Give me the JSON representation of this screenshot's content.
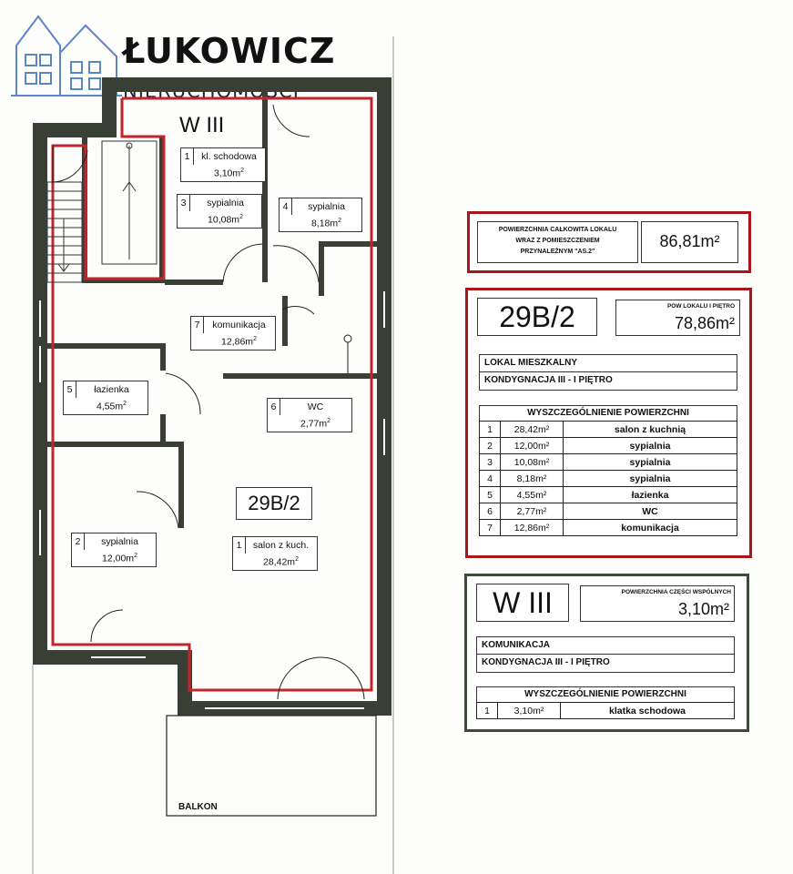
{
  "logo": {
    "title": "ŁUKOWICZ",
    "subtitle": "NIERUCHOMOŚCI"
  },
  "plan": {
    "stair_block_label": "W III",
    "unit_label": "29B/2",
    "balcony_label": "BALKON",
    "rooms": [
      {
        "num": "1",
        "name": "kl. schodowa",
        "area": "3,10m"
      },
      {
        "num": "3",
        "name": "sypialnia",
        "area": "10,08m"
      },
      {
        "num": "4",
        "name": "sypialnia",
        "area": "8,18m"
      },
      {
        "num": "7",
        "name": "komunikacja",
        "area": "12,86m"
      },
      {
        "num": "5",
        "name": "łazienka",
        "area": "4,55m"
      },
      {
        "num": "6",
        "name": "WC",
        "area": "2,77m"
      },
      {
        "num": "2",
        "name": "sypialnia",
        "area": "12,00m"
      },
      {
        "num": "1",
        "name": "salon z kuch.",
        "area": "28,42m"
      }
    ],
    "unit_sq": "2"
  },
  "total_box": {
    "caption_line1": "POWIERZCHNIA CAŁKOWITA LOKALU",
    "caption_line2": "WRAZ Z POMIESZCZENIEM",
    "caption_line3": "PRZYNALEŻNYM \"AS.2\"",
    "value": "86,81m²"
  },
  "unit_card": {
    "id": "29B/2",
    "area_caption": "POW LOKALU I PIĘTRO",
    "area_value": "78,86m²",
    "type": "LOKAL MIESZKALNY",
    "floor": "KONDYGNACJA III - I PIĘTRO",
    "table_title": "WYSZCZEGÓLNIENIE POWIERZCHNI",
    "rows": [
      {
        "num": "1",
        "area": "28,42m²",
        "name": "salon z kuchnią"
      },
      {
        "num": "2",
        "area": "12,00m²",
        "name": "sypialnia"
      },
      {
        "num": "3",
        "area": "10,08m²",
        "name": "sypialnia"
      },
      {
        "num": "4",
        "area": "8,18m²",
        "name": "sypialnia"
      },
      {
        "num": "5",
        "area": "4,55m²",
        "name": "łazienka"
      },
      {
        "num": "6",
        "area": "2,77m²",
        "name": "WC"
      },
      {
        "num": "7",
        "area": "12,86m²",
        "name": "komunikacja"
      }
    ]
  },
  "common_card": {
    "id": "W III",
    "area_caption": "POWIERZCHNIA CZĘŚCI WSPÓLNYCH",
    "area_value": "3,10m²",
    "type": "KOMUNIKACJA",
    "floor": "KONDYGNACJA III - I PIĘTRO",
    "table_title": "WYSZCZEGÓLNIENIE POWIERZCHNI",
    "rows": [
      {
        "num": "1",
        "area": "3,10m²",
        "name": "klatka schodowa"
      }
    ]
  },
  "colors": {
    "wall": "#3a3f35",
    "unit_outline": "#c0262c",
    "frame_red": "#a8161c",
    "frame_green": "#3e4a3a"
  }
}
